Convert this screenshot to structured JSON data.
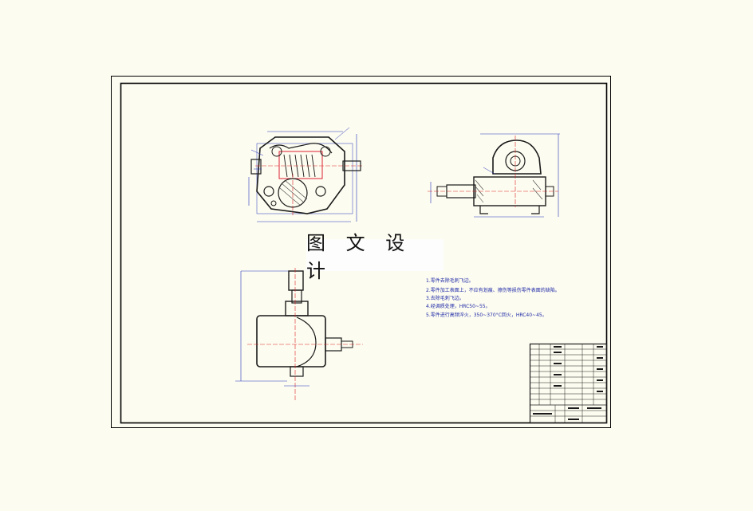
{
  "watermark": {
    "text": "图 文 设 计"
  },
  "notes": {
    "lines": [
      "1.零件去除毛刺飞边。",
      "2.零件加工表面上，不应有划痕、擦伤等损伤零件表面的缺陷。",
      "3.去除毛刺飞边。",
      "4.经调质处理，HRC50~55。",
      "5.零件进行高频淬火，350~370°C回火，HRC40~45。"
    ]
  },
  "colors": {
    "background": "#fdfcf0",
    "frame": "#000000",
    "geometry": "#1a1a1a",
    "dimension": "#2233bb",
    "center_line": "#dd2222",
    "notes": "#1e2aa8"
  }
}
